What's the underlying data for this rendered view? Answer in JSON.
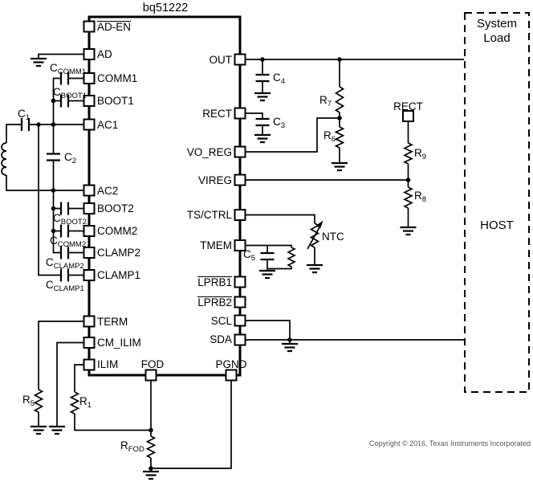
{
  "ic": {
    "title": "bq51222",
    "left_pins": [
      "AD-EN",
      "AD",
      "COMM1",
      "BOOT1",
      "AC1",
      "AC2",
      "BOOT2",
      "COMM2",
      "CLAMP2",
      "CLAMP1",
      "TERM",
      "CM_ILIM",
      "ILIM"
    ],
    "right_pins": [
      "OUT",
      "RECT",
      "VO_REG",
      "VIREG",
      "TS/CTRL",
      "TMEM",
      "LPRB1",
      "LPRB2",
      "SCL",
      "SDA"
    ],
    "bottom_pins": [
      "FOD",
      "PGND"
    ],
    "overlined_pins": [
      "AD-EN",
      "LPRB1",
      "LPRB2"
    ]
  },
  "components": {
    "c1": {
      "base": "C",
      "sub": "1"
    },
    "c2": {
      "base": "C",
      "sub": "2"
    },
    "c3": {
      "base": "C",
      "sub": "3"
    },
    "c4": {
      "base": "C",
      "sub": "4"
    },
    "c5": {
      "base": "C",
      "sub": "5"
    },
    "c_comm1": {
      "base": "C",
      "sub": "COMM1"
    },
    "c_boot1": {
      "base": "C",
      "sub": "BOOT1"
    },
    "c_boot2": {
      "base": "C",
      "sub": "BOOT2"
    },
    "c_comm2": {
      "base": "C",
      "sub": "COMM2"
    },
    "c_clamp2": {
      "base": "C",
      "sub": "CLAMP2"
    },
    "c_clamp1": {
      "base": "C",
      "sub": "CLAMP1"
    },
    "r1": {
      "base": "R",
      "sub": "1"
    },
    "r5": {
      "base": "R",
      "sub": "5"
    },
    "r6": {
      "base": "R",
      "sub": "6"
    },
    "r7": {
      "base": "R",
      "sub": "7"
    },
    "r8": {
      "base": "R",
      "sub": "8"
    },
    "r9": {
      "base": "R",
      "sub": "9"
    },
    "r_fod": {
      "base": "R",
      "sub": "FOD"
    },
    "ntc": {
      "label": "NTC"
    }
  },
  "system": {
    "system_load": "System Load",
    "host": "HOST",
    "rect_testpoint": "RECT"
  },
  "copyright": "Copyright © 2016, Texas Instruments Incorporated",
  "colors": {
    "line": "#000000",
    "background": "#ffffff",
    "copyright_text": "#555555"
  }
}
